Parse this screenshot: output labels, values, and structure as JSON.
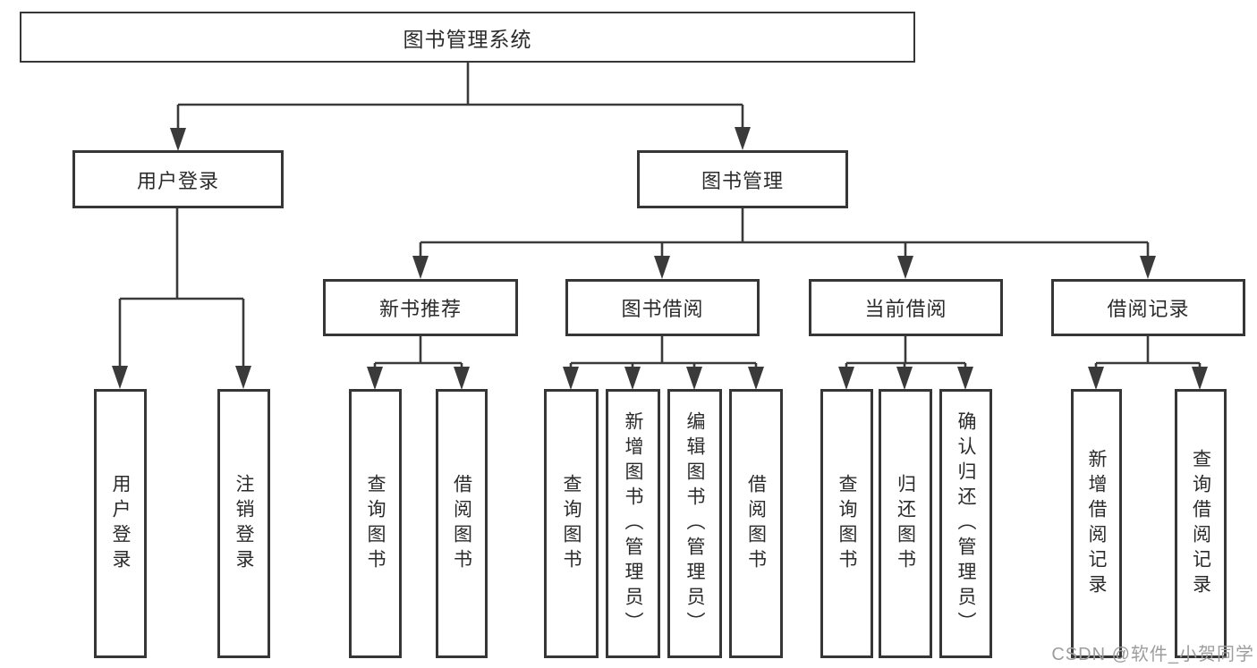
{
  "diagram": {
    "colors": {
      "line": "#3a3a3a",
      "box_border": "#363636",
      "text": "#2b2b2b",
      "watermark": "#9d9d9d",
      "background": "#ffffff"
    },
    "watermark": "CSDN @软件_小贺同学",
    "tree": {
      "root": {
        "label": "图书管理系统"
      },
      "level2": [
        {
          "label": "用户登录"
        },
        {
          "label": "图书管理"
        }
      ],
      "level3": [
        {
          "label": "新书推荐"
        },
        {
          "label": "图书借阅"
        },
        {
          "label": "当前借阅"
        },
        {
          "label": "借阅记录"
        }
      ],
      "leaves": {
        "user_login": [
          {
            "label": "用户登录"
          },
          {
            "label": "注销登录"
          }
        ],
        "new_book": [
          {
            "label": "查询图书"
          },
          {
            "label": "借阅图书"
          }
        ],
        "book_borrow": [
          {
            "label": "查询图书"
          },
          {
            "label": "新增图书（管理员）"
          },
          {
            "label": "编辑图书（管理员）"
          },
          {
            "label": "借阅图书"
          }
        ],
        "current_borrow": [
          {
            "label": "查询图书"
          },
          {
            "label": "归还图书"
          },
          {
            "label": "确认归还（管理员）"
          }
        ],
        "borrow_record": [
          {
            "label": "新增借阅记录"
          },
          {
            "label": "查询借阅记录"
          }
        ]
      }
    }
  }
}
